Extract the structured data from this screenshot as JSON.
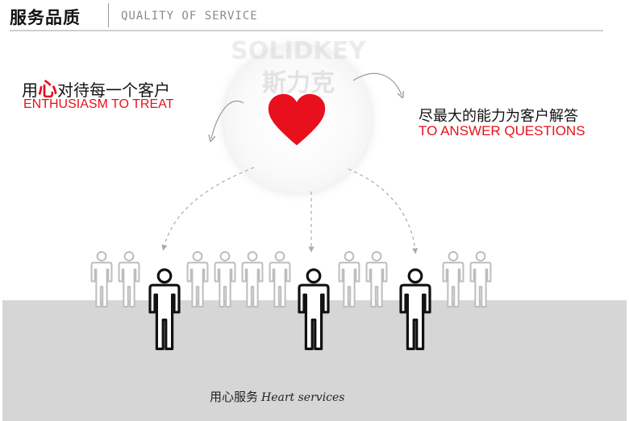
{
  "header": {
    "title": "服务品质",
    "subtitle": "QUALITY OF SERVICE"
  },
  "watermark": {
    "latin": "SOLIDKEY",
    "chinese": "斯力克"
  },
  "left_callout": {
    "prefix": "用",
    "highlight": "心",
    "suffix": "对待每一个客户",
    "english": "ENTHUSIASM TO TREAT"
  },
  "right_callout": {
    "chinese": "尽最大的能力为客户解答",
    "english": "TO ANSWER QUESTIONS"
  },
  "footer": {
    "chinese": "用心服务",
    "english": "Heart services"
  },
  "colors": {
    "accent": "#e8101c",
    "ground": "#d6d6d6",
    "figure_faded": "#bdbdbd",
    "figure_dark": "#111111"
  },
  "icons": {
    "heart": "heart-icon",
    "person": "person-icon"
  }
}
